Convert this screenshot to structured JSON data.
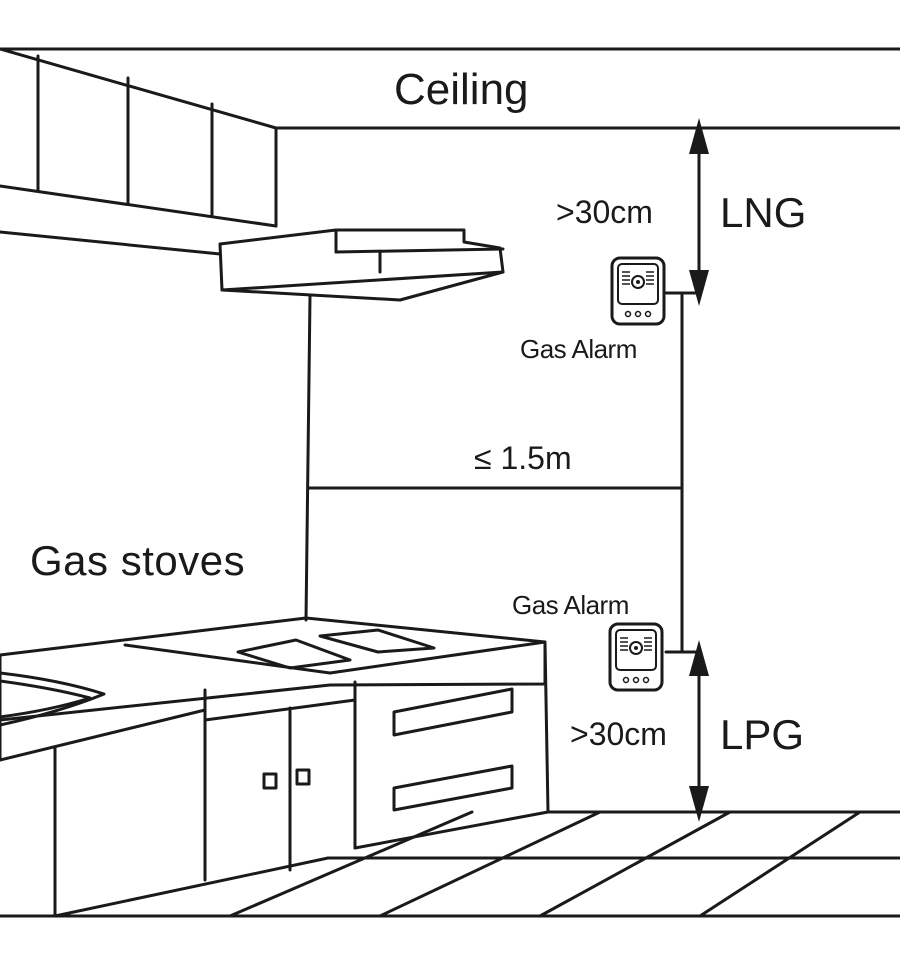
{
  "labels": {
    "ceiling": "Ceiling",
    "gas_stoves": "Gas stoves",
    "max_distance_to_stove": "≤ 1.5m",
    "lng": {
      "gas_name": "LNG",
      "distance": ">30cm",
      "device_label": "Gas Alarm",
      "reference": "Ceiling"
    },
    "lpg": {
      "gas_name": "LPG",
      "distance": ">30cm",
      "device_label": "Gas Alarm",
      "reference": "Floor"
    }
  },
  "colors": {
    "line": "#1a1a1a",
    "background": "#ffffff"
  },
  "icons": [
    "gas-alarm-icon",
    "dimension-arrow-icon"
  ]
}
